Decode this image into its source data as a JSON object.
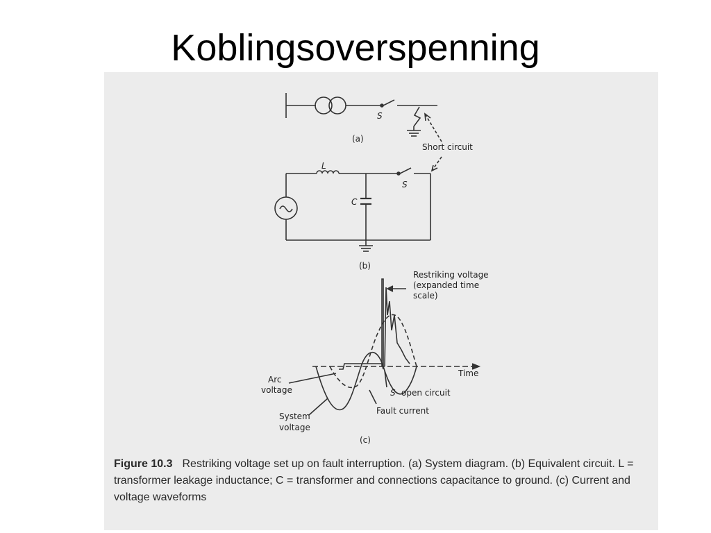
{
  "slide": {
    "title": "Koblingsoverspenning"
  },
  "figure": {
    "diagram_a": {
      "label": "(a)",
      "switch_label": "S",
      "short_circuit_label": "Short circuit"
    },
    "diagram_b": {
      "label": "(b)",
      "inductor_label": "L",
      "capacitor_label": "C",
      "switch_label": "S"
    },
    "diagram_c": {
      "label": "(c)",
      "restriking_line1": "Restriking voltage",
      "restriking_line2": "(expanded time",
      "restriking_line3": "scale)",
      "time_label": "Time",
      "arc_line1": "Arc",
      "arc_line2": "voltage",
      "s_label": "S",
      "open_circuit_label": "open circuit",
      "fault_current_label": "Fault current",
      "system_line1": "System",
      "system_line2": "voltage"
    },
    "caption": {
      "figure_number": "Figure 10.3",
      "text": "Restriking voltage set up on fault interruption. (a) System diagram. (b) Equivalent circuit. L = transformer leakage inductance; C = transformer and connections capacitance to ground. (c) Current and voltage waveforms"
    }
  }
}
